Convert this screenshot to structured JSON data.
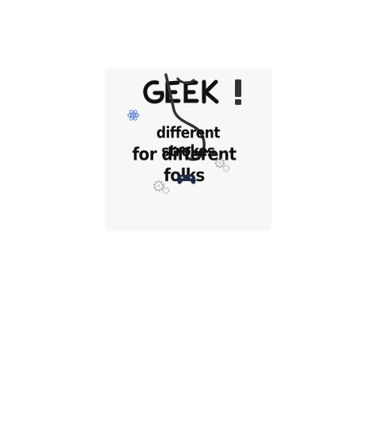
{
  "logo": {
    "title": "GEEK!",
    "line1": "different strokes",
    "line2": "for different folks"
  },
  "icons": {
    "glasses": "glasses-icon",
    "atom": "atom-icon",
    "gears": "gears-icon",
    "controller": "game-controller-icon"
  },
  "colors": {
    "background": "#ffffff",
    "panel": "#f7f7f7",
    "text": "#111111",
    "atom": "#5b7fd6",
    "gears": "#9aa0a8",
    "controller": "#1f2a44"
  }
}
